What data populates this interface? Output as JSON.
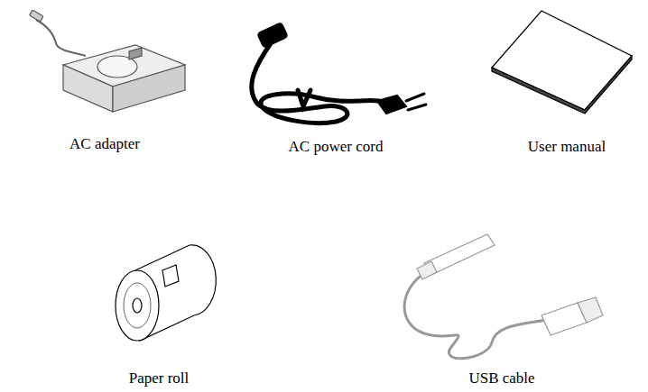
{
  "diagram": {
    "labels": [
      "AC adapter",
      "AC power cord",
      "User manual",
      "Paper roll",
      "USB cable"
    ]
  }
}
